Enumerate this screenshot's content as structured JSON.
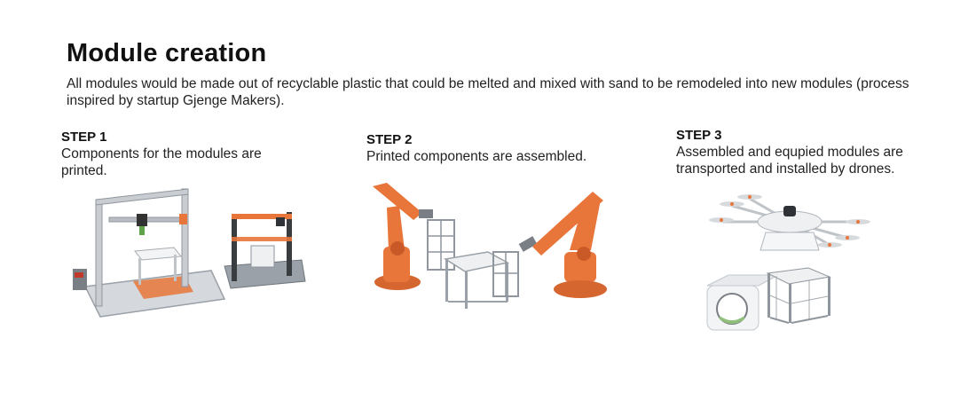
{
  "page": {
    "title": "Module creation",
    "intro": "All modules would be made out of recyclable plastic that could be melted and mixed with sand to be remodeled into new modules (process inspired by startup Gjenge Makers)."
  },
  "steps": [
    {
      "label": "STEP 1",
      "description": "Components for the modules are printed."
    },
    {
      "label": "STEP 2",
      "description": "Printed components are assembled."
    },
    {
      "label": "STEP 3",
      "description": "Assembled and equpied modules are transported  and installed by  drones."
    }
  ],
  "colors": {
    "robot_orange": "#e8753a",
    "frame_gray": "#c9cdd2",
    "module_light": "#eef0f2",
    "accent_green": "#8fbf7a"
  }
}
